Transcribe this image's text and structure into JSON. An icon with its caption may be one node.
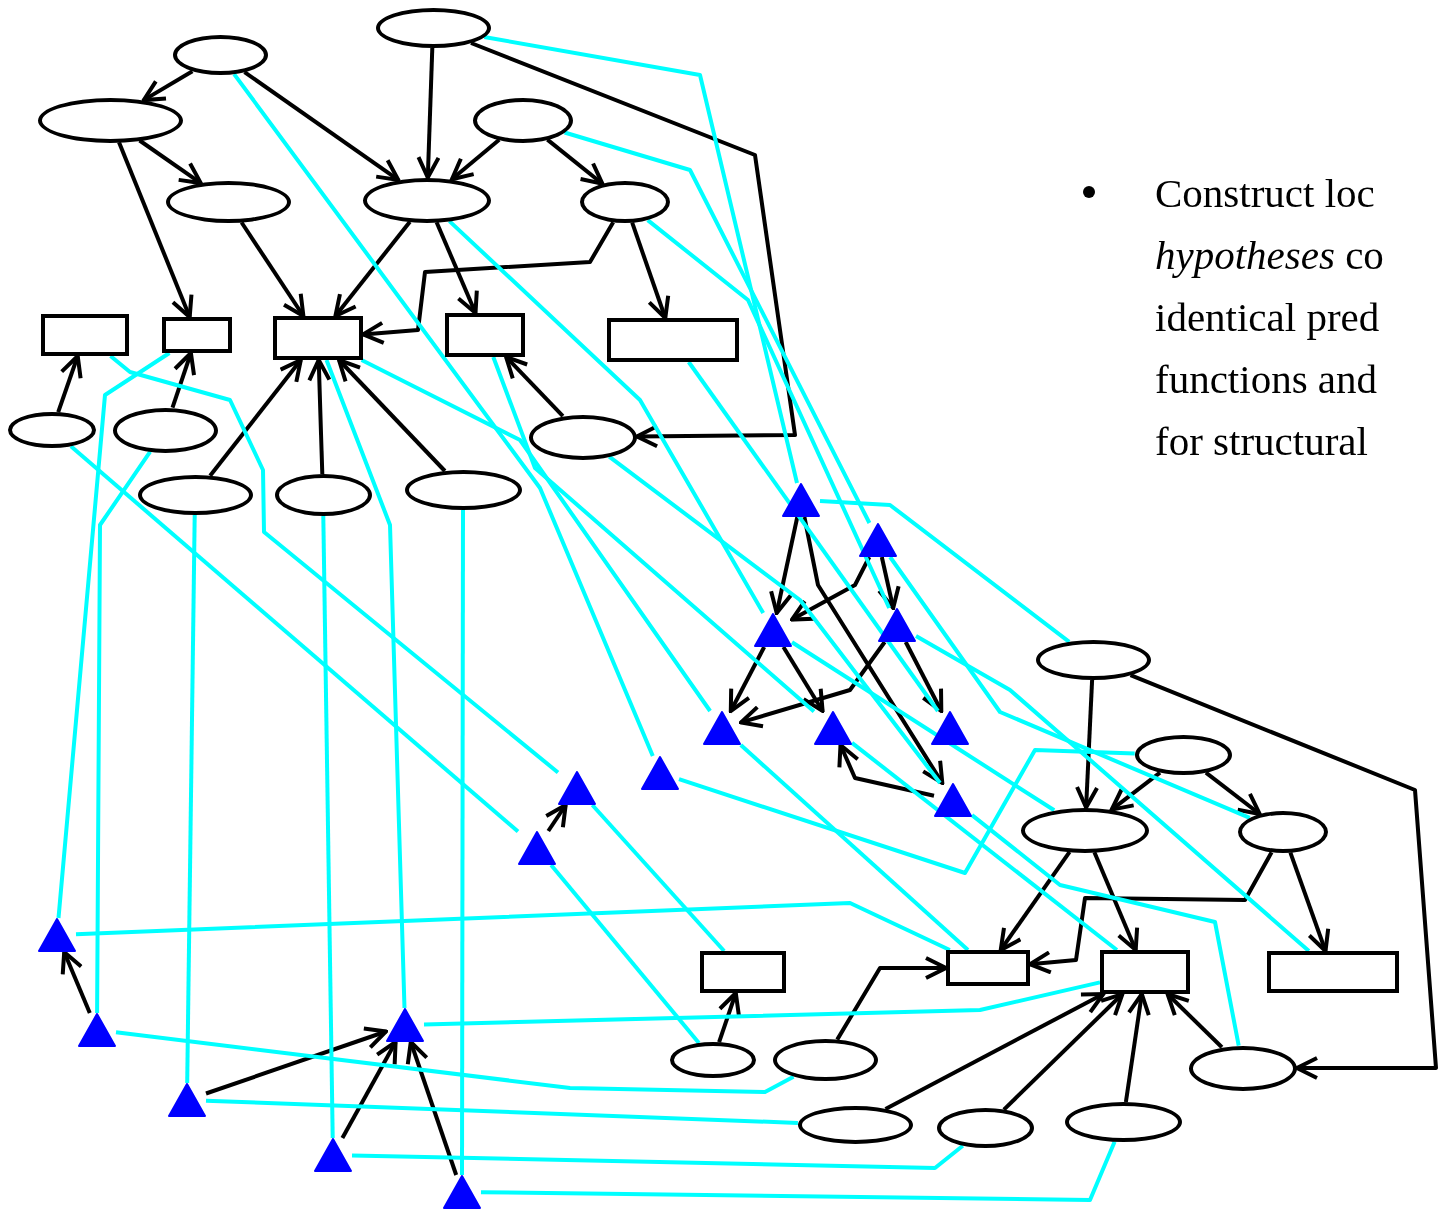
{
  "diagram": {
    "nodes": [
      {
        "text": [],
        "shape": "ellipse"
      },
      {
        "text": [],
        "shape": "ellipse"
      },
      {
        "text": [],
        "shape": "ellipse"
      },
      {
        "text": [],
        "shape": "ellipse"
      },
      {
        "text": [],
        "shape": "ellipse"
      },
      {
        "text": [],
        "shape": "ellipse"
      },
      {
        "text": [],
        "shape": "ellipse"
      },
      {
        "text": [],
        "shape": "box"
      },
      {
        "text": [],
        "shape": "box"
      },
      {
        "text": [],
        "shape": "box"
      },
      {
        "text": [],
        "shape": "box"
      },
      {
        "text": [],
        "shape": "box"
      },
      {
        "text": [],
        "shape": "ellipse"
      },
      {
        "text": [],
        "shape": "ellipse"
      },
      {
        "text": [],
        "shape": "ellipse"
      },
      {
        "text": [],
        "shape": "ellipse"
      },
      {
        "text": [],
        "shape": "ellipse"
      },
      {
        "text": [],
        "shape": "ellipse"
      },
      {
        "text": [],
        "shape": "triangle"
      },
      {
        "text": [],
        "shape": "triangle"
      },
      {
        "text": [],
        "shape": "triangle"
      },
      {
        "text": [],
        "shape": "triangle"
      },
      {
        "text": [],
        "shape": "triangle"
      },
      {
        "text": [],
        "shape": "triangle"
      },
      {
        "text": [],
        "shape": "triangle"
      },
      {
        "text": [],
        "shape": "triangle"
      },
      {
        "text": [],
        "shape": "triangle"
      },
      {
        "text": [],
        "shape": "triangle"
      },
      {
        "text": [],
        "shape": "triangle"
      },
      {
        "text": [],
        "shape": "triangle"
      },
      {
        "text": [],
        "shape": "triangle"
      },
      {
        "text": [],
        "shape": "triangle"
      },
      {
        "text": [],
        "shape": "triangle"
      },
      {
        "text": [],
        "shape": "triangle"
      },
      {
        "text": [],
        "shape": "triangle"
      },
      {
        "text": [],
        "shape": "ellipse"
      },
      {
        "text": [],
        "shape": "ellipse"
      },
      {
        "text": [],
        "shape": "ellipse"
      },
      {
        "text": [],
        "shape": "ellipse"
      },
      {
        "text": [],
        "shape": "box"
      },
      {
        "text": [],
        "shape": "box"
      },
      {
        "text": [],
        "shape": "box"
      },
      {
        "text": [],
        "shape": "box"
      },
      {
        "text": [],
        "shape": "ellipse"
      },
      {
        "text": [],
        "shape": "ellipse"
      },
      {
        "text": [],
        "shape": "ellipse"
      },
      {
        "text": [],
        "shape": "ellipse"
      },
      {
        "text": [],
        "shape": "ellipse"
      },
      {
        "text": [],
        "shape": "ellipse"
      }
    ],
    "edges": [
      {
        "from": 0,
        "to": 2,
        "arrow": "to"
      },
      {
        "from": 0,
        "to": 5,
        "arrow": "to"
      },
      {
        "from": 1,
        "to": 5,
        "arrow": "to"
      },
      {
        "from": 1,
        "to": 14,
        "arrow": "to"
      },
      {
        "from": 3,
        "to": 5,
        "arrow": "to"
      },
      {
        "from": 3,
        "to": 6,
        "arrow": "to"
      },
      {
        "from": 2,
        "to": 4,
        "arrow": "to"
      },
      {
        "from": 2,
        "to": 8,
        "arrow": "to"
      },
      {
        "from": 4,
        "to": 9,
        "arrow": "to"
      },
      {
        "from": 5,
        "to": 9,
        "arrow": "to"
      },
      {
        "from": 5,
        "to": 10,
        "arrow": "to"
      },
      {
        "from": 6,
        "to": 9,
        "arrow": "to"
      },
      {
        "from": 6,
        "to": 11,
        "arrow": "to"
      },
      {
        "from": 12,
        "to": 7,
        "arrow": "to"
      },
      {
        "from": 13,
        "to": 8,
        "arrow": "to"
      },
      {
        "from": 15,
        "to": 9,
        "arrow": "to"
      },
      {
        "from": 16,
        "to": 9,
        "arrow": "to"
      },
      {
        "from": 17,
        "to": 9,
        "arrow": "to"
      },
      {
        "from": 14,
        "to": 10,
        "arrow": "to"
      },
      {
        "from": 18,
        "to": 20,
        "arrow": "to"
      },
      {
        "from": 18,
        "to": 25,
        "arrow": "to"
      },
      {
        "from": 19,
        "to": 20,
        "arrow": "to"
      },
      {
        "from": 19,
        "to": 21,
        "arrow": "to"
      },
      {
        "from": 20,
        "to": 22,
        "arrow": "to"
      },
      {
        "from": 20,
        "to": 23,
        "arrow": "to"
      },
      {
        "from": 21,
        "to": 22,
        "arrow": "to"
      },
      {
        "from": 21,
        "to": 24,
        "arrow": "to"
      },
      {
        "from": 25,
        "to": 23,
        "arrow": "to"
      },
      {
        "from": 28,
        "to": 27,
        "arrow": "to"
      },
      {
        "from": 30,
        "to": 29,
        "arrow": "to"
      },
      {
        "from": 31,
        "to": 32,
        "arrow": "to"
      },
      {
        "from": 33,
        "to": 32,
        "arrow": "to"
      },
      {
        "from": 34,
        "to": 32,
        "arrow": "to"
      },
      {
        "from": 35,
        "to": 37,
        "arrow": "to"
      },
      {
        "from": 35,
        "to": 45,
        "arrow": "to"
      },
      {
        "from": 36,
        "to": 37,
        "arrow": "to"
      },
      {
        "from": 36,
        "to": 38,
        "arrow": "to"
      },
      {
        "from": 37,
        "to": 40,
        "arrow": "to"
      },
      {
        "from": 37,
        "to": 41,
        "arrow": "to"
      },
      {
        "from": 38,
        "to": 40,
        "arrow": "to"
      },
      {
        "from": 38,
        "to": 42,
        "arrow": "to"
      },
      {
        "from": 43,
        "to": 39,
        "arrow": "to"
      },
      {
        "from": 44,
        "to": 40,
        "arrow": "to"
      },
      {
        "from": 46,
        "to": 41,
        "arrow": "to"
      },
      {
        "from": 47,
        "to": 41,
        "arrow": "to"
      },
      {
        "from": 48,
        "to": 41,
        "arrow": "to"
      },
      {
        "from": 45,
        "to": 41,
        "arrow": "to"
      },
      {
        "from": 8,
        "to": 29,
        "arrow": "none",
        "color": "#00ffff"
      },
      {
        "from": 29,
        "to": 40,
        "arrow": "none",
        "color": "#00ffff"
      },
      {
        "from": 13,
        "to": 30,
        "arrow": "none",
        "color": "#00ffff"
      },
      {
        "from": 30,
        "to": 44,
        "arrow": "none",
        "color": "#00ffff"
      },
      {
        "from": 15,
        "to": 31,
        "arrow": "none",
        "color": "#00ffff"
      },
      {
        "from": 31,
        "to": 46,
        "arrow": "none",
        "color": "#00ffff"
      },
      {
        "from": 9,
        "to": 32,
        "arrow": "none",
        "color": "#00ffff"
      },
      {
        "from": 32,
        "to": 41,
        "arrow": "none",
        "color": "#00ffff"
      },
      {
        "from": 16,
        "to": 33,
        "arrow": "none",
        "color": "#00ffff"
      },
      {
        "from": 33,
        "to": 47,
        "arrow": "none",
        "color": "#00ffff"
      },
      {
        "from": 17,
        "to": 34,
        "arrow": "none",
        "color": "#00ffff"
      },
      {
        "from": 34,
        "to": 48,
        "arrow": "none",
        "color": "#00ffff"
      },
      {
        "from": 7,
        "to": 27,
        "arrow": "none",
        "color": "#00ffff"
      },
      {
        "from": 27,
        "to": 39,
        "arrow": "none",
        "color": "#00ffff"
      },
      {
        "from": 12,
        "to": 28,
        "arrow": "none",
        "color": "#00ffff"
      },
      {
        "from": 28,
        "to": 43,
        "arrow": "none",
        "color": "#00ffff"
      },
      {
        "from": 0,
        "to": 26,
        "arrow": "none",
        "color": "#00ffff"
      },
      {
        "from": 26,
        "to": 36,
        "arrow": "none",
        "color": "#00ffff"
      },
      {
        "from": 1,
        "to": 18,
        "arrow": "none",
        "color": "#00ffff"
      },
      {
        "from": 18,
        "to": 35,
        "arrow": "none",
        "color": "#00ffff"
      },
      {
        "from": 3,
        "to": 19,
        "arrow": "none",
        "color": "#00ffff"
      },
      {
        "from": 19,
        "to": 38,
        "arrow": "none",
        "color": "#00ffff"
      },
      {
        "from": 5,
        "to": 20,
        "arrow": "none",
        "color": "#00ffff"
      },
      {
        "from": 20,
        "to": 37,
        "arrow": "none",
        "color": "#00ffff"
      },
      {
        "from": 6,
        "to": 21,
        "arrow": "none",
        "color": "#00ffff"
      },
      {
        "from": 21,
        "to": 42,
        "arrow": "none",
        "color": "#00ffff"
      },
      {
        "from": 9,
        "to": 22,
        "arrow": "none",
        "color": "#00ffff"
      },
      {
        "from": 22,
        "to": 40,
        "arrow": "none",
        "color": "#00ffff"
      },
      {
        "from": 10,
        "to": 23,
        "arrow": "none",
        "color": "#00ffff"
      },
      {
        "from": 23,
        "to": 41,
        "arrow": "none",
        "color": "#00ffff"
      },
      {
        "from": 11,
        "to": 24,
        "arrow": "none",
        "color": "#00ffff"
      },
      {
        "from": 14,
        "to": 25,
        "arrow": "none",
        "color": "#00ffff"
      },
      {
        "from": 25,
        "to": 45,
        "arrow": "none",
        "color": "#00ffff"
      }
    ],
    "labels": [
      "Construct loc *hypotheses* co identical pred functions and for structural"
    ]
  }
}
